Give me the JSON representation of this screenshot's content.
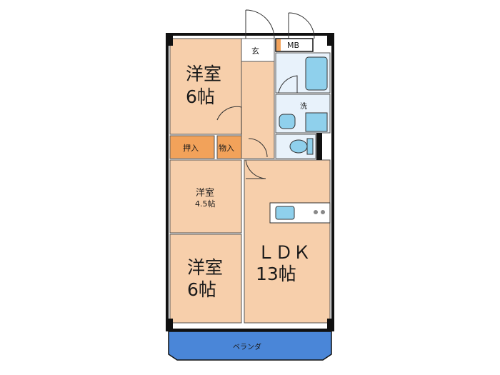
{
  "rooms": {
    "western_top": {
      "name": "洋室",
      "size": "6帖"
    },
    "western_mid": {
      "name": "洋室",
      "size": "4.5帖"
    },
    "western_bottom": {
      "name": "洋室",
      "size": "6帖"
    },
    "ldk": {
      "name": "ＬＤＫ",
      "size": "13帖"
    }
  },
  "labels": {
    "closet": "押入",
    "storage": "物入",
    "entrance": "玄",
    "meter_box": "MB",
    "washroom": "洗",
    "balcony": "ベランダ"
  },
  "colors": {
    "room_floor": "#f7cfab",
    "corridor": "#f7cfab",
    "closet": "#f2a25a",
    "wet_area": "#e8f2fb",
    "fixture": "#8fd0ec",
    "balcony": "#4a86d8",
    "wall": "#111111"
  }
}
